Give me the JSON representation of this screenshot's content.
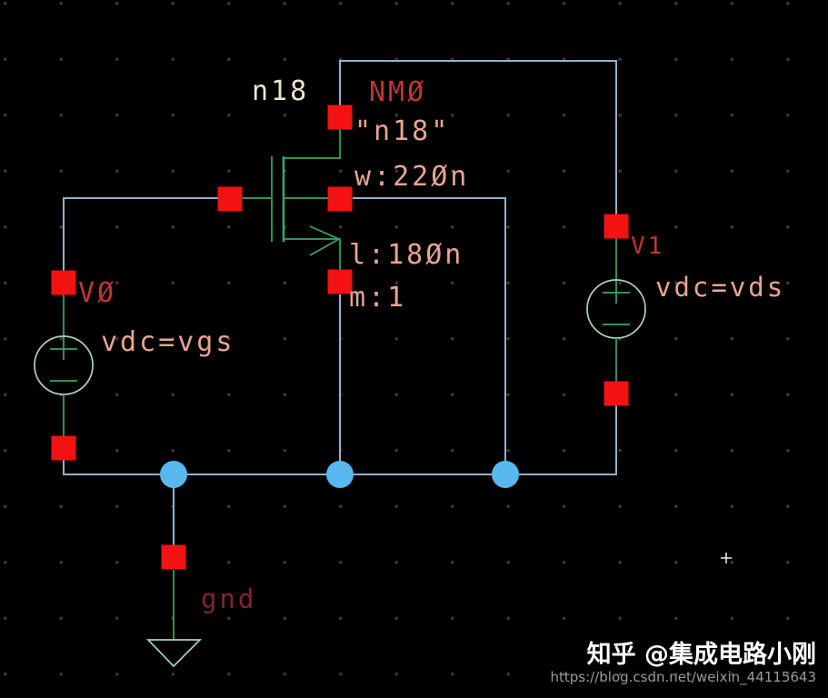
{
  "colors": {
    "background": "#000000",
    "grid-dot": "#3a3a3a",
    "wire": "#93b2cd",
    "node": "#57b8ef",
    "pin": "#f21212",
    "component": "#3aa763",
    "component-pale": "#a9d4b6",
    "label-red": "#c23434",
    "label-salmon": "#e7a495",
    "label-net": "#ece7cb",
    "label-gnd": "#84242e",
    "watermark-text": "#ffffff",
    "watermark-url": "#9a9a9a",
    "crosshair": "#ffffff"
  },
  "schematic": {
    "nmos": {
      "net_label": "n18",
      "instance_name": "NMØ",
      "model": "\"n18\"",
      "width": "w:22Øn",
      "length": "l:18Øn",
      "multiplier": "m:1"
    },
    "v0": {
      "name": "VØ",
      "value": "vdc=vgs"
    },
    "v1": {
      "name": "V1",
      "value": "vdc=vds"
    },
    "ground": {
      "label": "gnd"
    }
  },
  "watermark": {
    "line1": "知乎 @集成电路小刚",
    "line2": "https://blog.csdn.net/weixin_44115643"
  }
}
